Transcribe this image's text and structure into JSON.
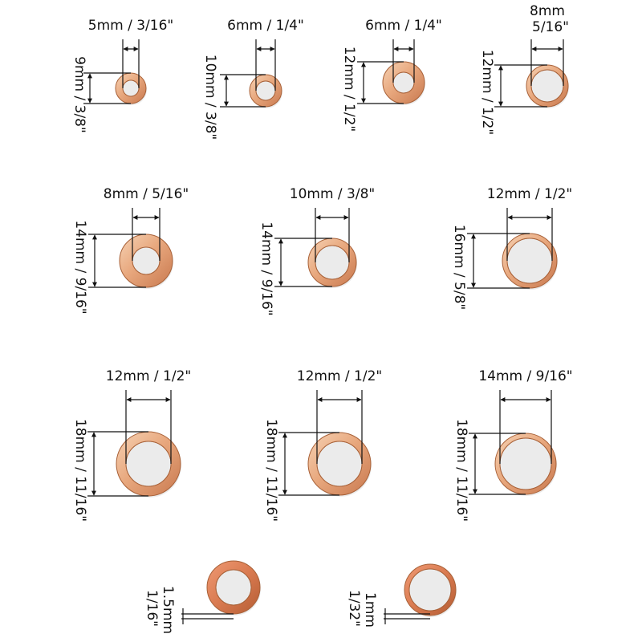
{
  "colors": {
    "copper_light": "#f6d2b4",
    "copper_mid": "#e8a87e",
    "copper_dark": "#c9794f",
    "copper_edge": "#a86138",
    "line": "#111111"
  },
  "washers": [
    {
      "id": "w1",
      "inner_label": "5mm / 3/16\"",
      "outer_label": "9mm / 3/8\""
    },
    {
      "id": "w2",
      "inner_label": "6mm / 1/4\"",
      "outer_label": "10mm / 3/8\""
    },
    {
      "id": "w3",
      "inner_label": "6mm / 1/4\"",
      "outer_label": "12mm / 1/2\""
    },
    {
      "id": "w4",
      "inner_label": [
        "8mm",
        "5/16\""
      ],
      "outer_label": "12mm / 1/2\""
    },
    {
      "id": "w5",
      "inner_label": "8mm / 5/16\"",
      "outer_label": "14mm / 9/16\""
    },
    {
      "id": "w6",
      "inner_label": "10mm / 3/8\"",
      "outer_label": "14mm / 9/16\""
    },
    {
      "id": "w7",
      "inner_label": "12mm / 1/2\"",
      "outer_label": "16mm / 5/8\""
    },
    {
      "id": "w8",
      "inner_label": "12mm / 1/2\"",
      "outer_label": "18mm / 11/16\""
    },
    {
      "id": "w9",
      "inner_label": "12mm / 1/2\"",
      "outer_label": "18mm / 11/16\""
    },
    {
      "id": "w10",
      "inner_label": "14mm / 9/16\"",
      "outer_label": "18mm / 11/16\""
    }
  ],
  "thickness_washers": [
    {
      "id": "t1",
      "label": [
        "1.5mm",
        "1/16\""
      ]
    },
    {
      "id": "t2",
      "label": [
        "1mm",
        "1/32\""
      ]
    }
  ]
}
